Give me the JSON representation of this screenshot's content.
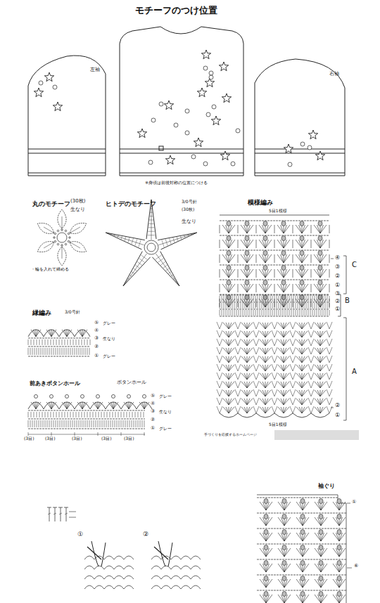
{
  "diagram": {
    "title": "モチーフのつけ位置",
    "nodes": [
      {
        "text": [
          "左袖"
        ]
      },
      {
        "text": [
          "右袖"
        ]
      }
    ],
    "labels": [
      "※身頃は前後対称の位置につける",
      "丸のモチーフ",
      "(30枚)",
      "生なり",
      "・輪を入れて締める",
      "ヒトデのモチーフ",
      "3/0号針",
      "(30枚)",
      "生なり",
      "模様編み",
      "5目1模様",
      "④",
      "③",
      "②",
      "①",
      "③",
      "②",
      "①",
      "C",
      "B",
      "A",
      "②",
      "①",
      "5目1模様",
      "手づくりを応援するホームページ",
      "縁編み",
      "3/0号針",
      "⑤",
      "グレー",
      "④",
      "③",
      "生なり",
      "②",
      "①",
      "グレー",
      "前あきボタンホール",
      "ボタンホール",
      "⑤",
      "グレー",
      "④",
      "③",
      "生なり",
      "②",
      "①",
      "グレー",
      "(3目)",
      "(3目)",
      "(3目)",
      "(3目)",
      "(3目)",
      "①",
      "②",
      "袖ぐり",
      "①",
      "⑥"
    ]
  }
}
